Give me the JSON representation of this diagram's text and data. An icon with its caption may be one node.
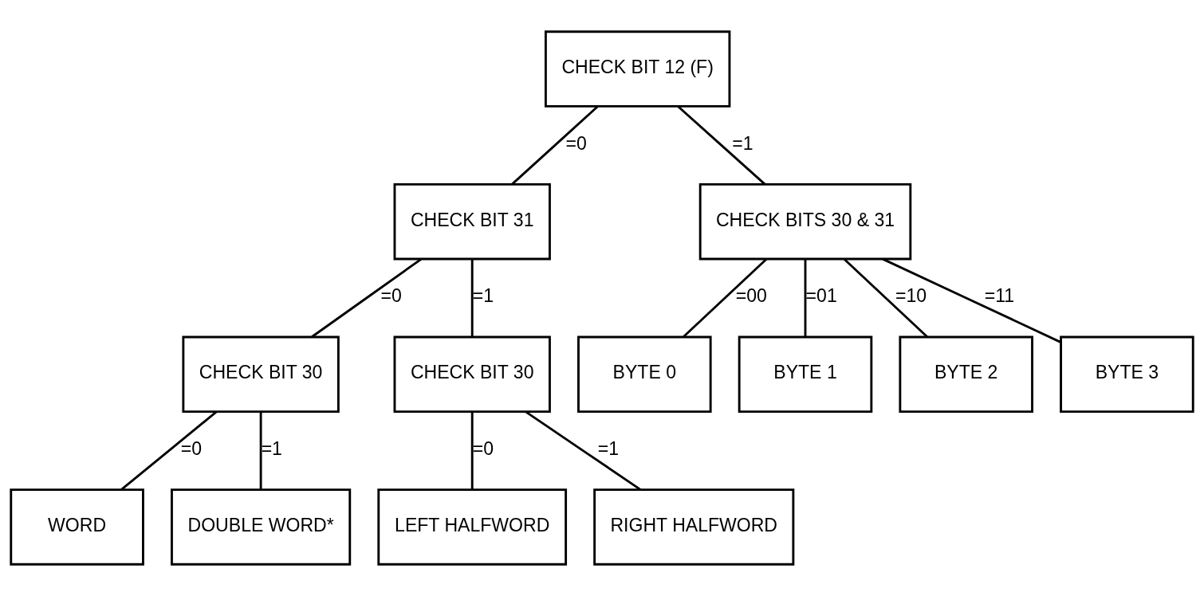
{
  "diagram": {
    "nodes": [
      {
        "text": [
          "CHECK BIT 12 (F)"
        ]
      },
      {
        "text": [
          "CHECK BIT 31"
        ]
      },
      {
        "text": [
          "CHECK BITS 30 & 31"
        ]
      },
      {
        "text": [
          "CHECK BIT 30"
        ]
      },
      {
        "text": [
          "CHECK BIT 30"
        ]
      },
      {
        "text": [
          "BYTE 0"
        ]
      },
      {
        "text": [
          "BYTE 1"
        ]
      },
      {
        "text": [
          "BYTE 2"
        ]
      },
      {
        "text": [
          "BYTE 3"
        ]
      },
      {
        "text": [
          "WORD"
        ]
      },
      {
        "text": [
          "DOUBLE WORD*"
        ]
      },
      {
        "text": [
          "LEFT HALFWORD"
        ]
      },
      {
        "text": [
          "RIGHT HALFWORD"
        ]
      }
    ],
    "edges": [
      {
        "from": 0,
        "to": 1,
        "arrow": "none",
        "label": "=0"
      },
      {
        "from": 0,
        "to": 2,
        "arrow": "none",
        "label": "=1"
      },
      {
        "from": 1,
        "to": 3,
        "arrow": "none",
        "label": "=0"
      },
      {
        "from": 1,
        "to": 4,
        "arrow": "none",
        "label": "=1"
      },
      {
        "from": 2,
        "to": 5,
        "arrow": "none",
        "label": "=00"
      },
      {
        "from": 2,
        "to": 6,
        "arrow": "none",
        "label": "=01"
      },
      {
        "from": 2,
        "to": 7,
        "arrow": "none",
        "label": "=10"
      },
      {
        "from": 2,
        "to": 8,
        "arrow": "none",
        "label": "=11"
      },
      {
        "from": 3,
        "to": 9,
        "arrow": "none",
        "label": "=0"
      },
      {
        "from": 3,
        "to": 10,
        "arrow": "none",
        "label": "=1"
      },
      {
        "from": 4,
        "to": 11,
        "arrow": "none",
        "label": "=0"
      },
      {
        "from": 4,
        "to": 12,
        "arrow": "none",
        "label": "=1"
      }
    ]
  }
}
